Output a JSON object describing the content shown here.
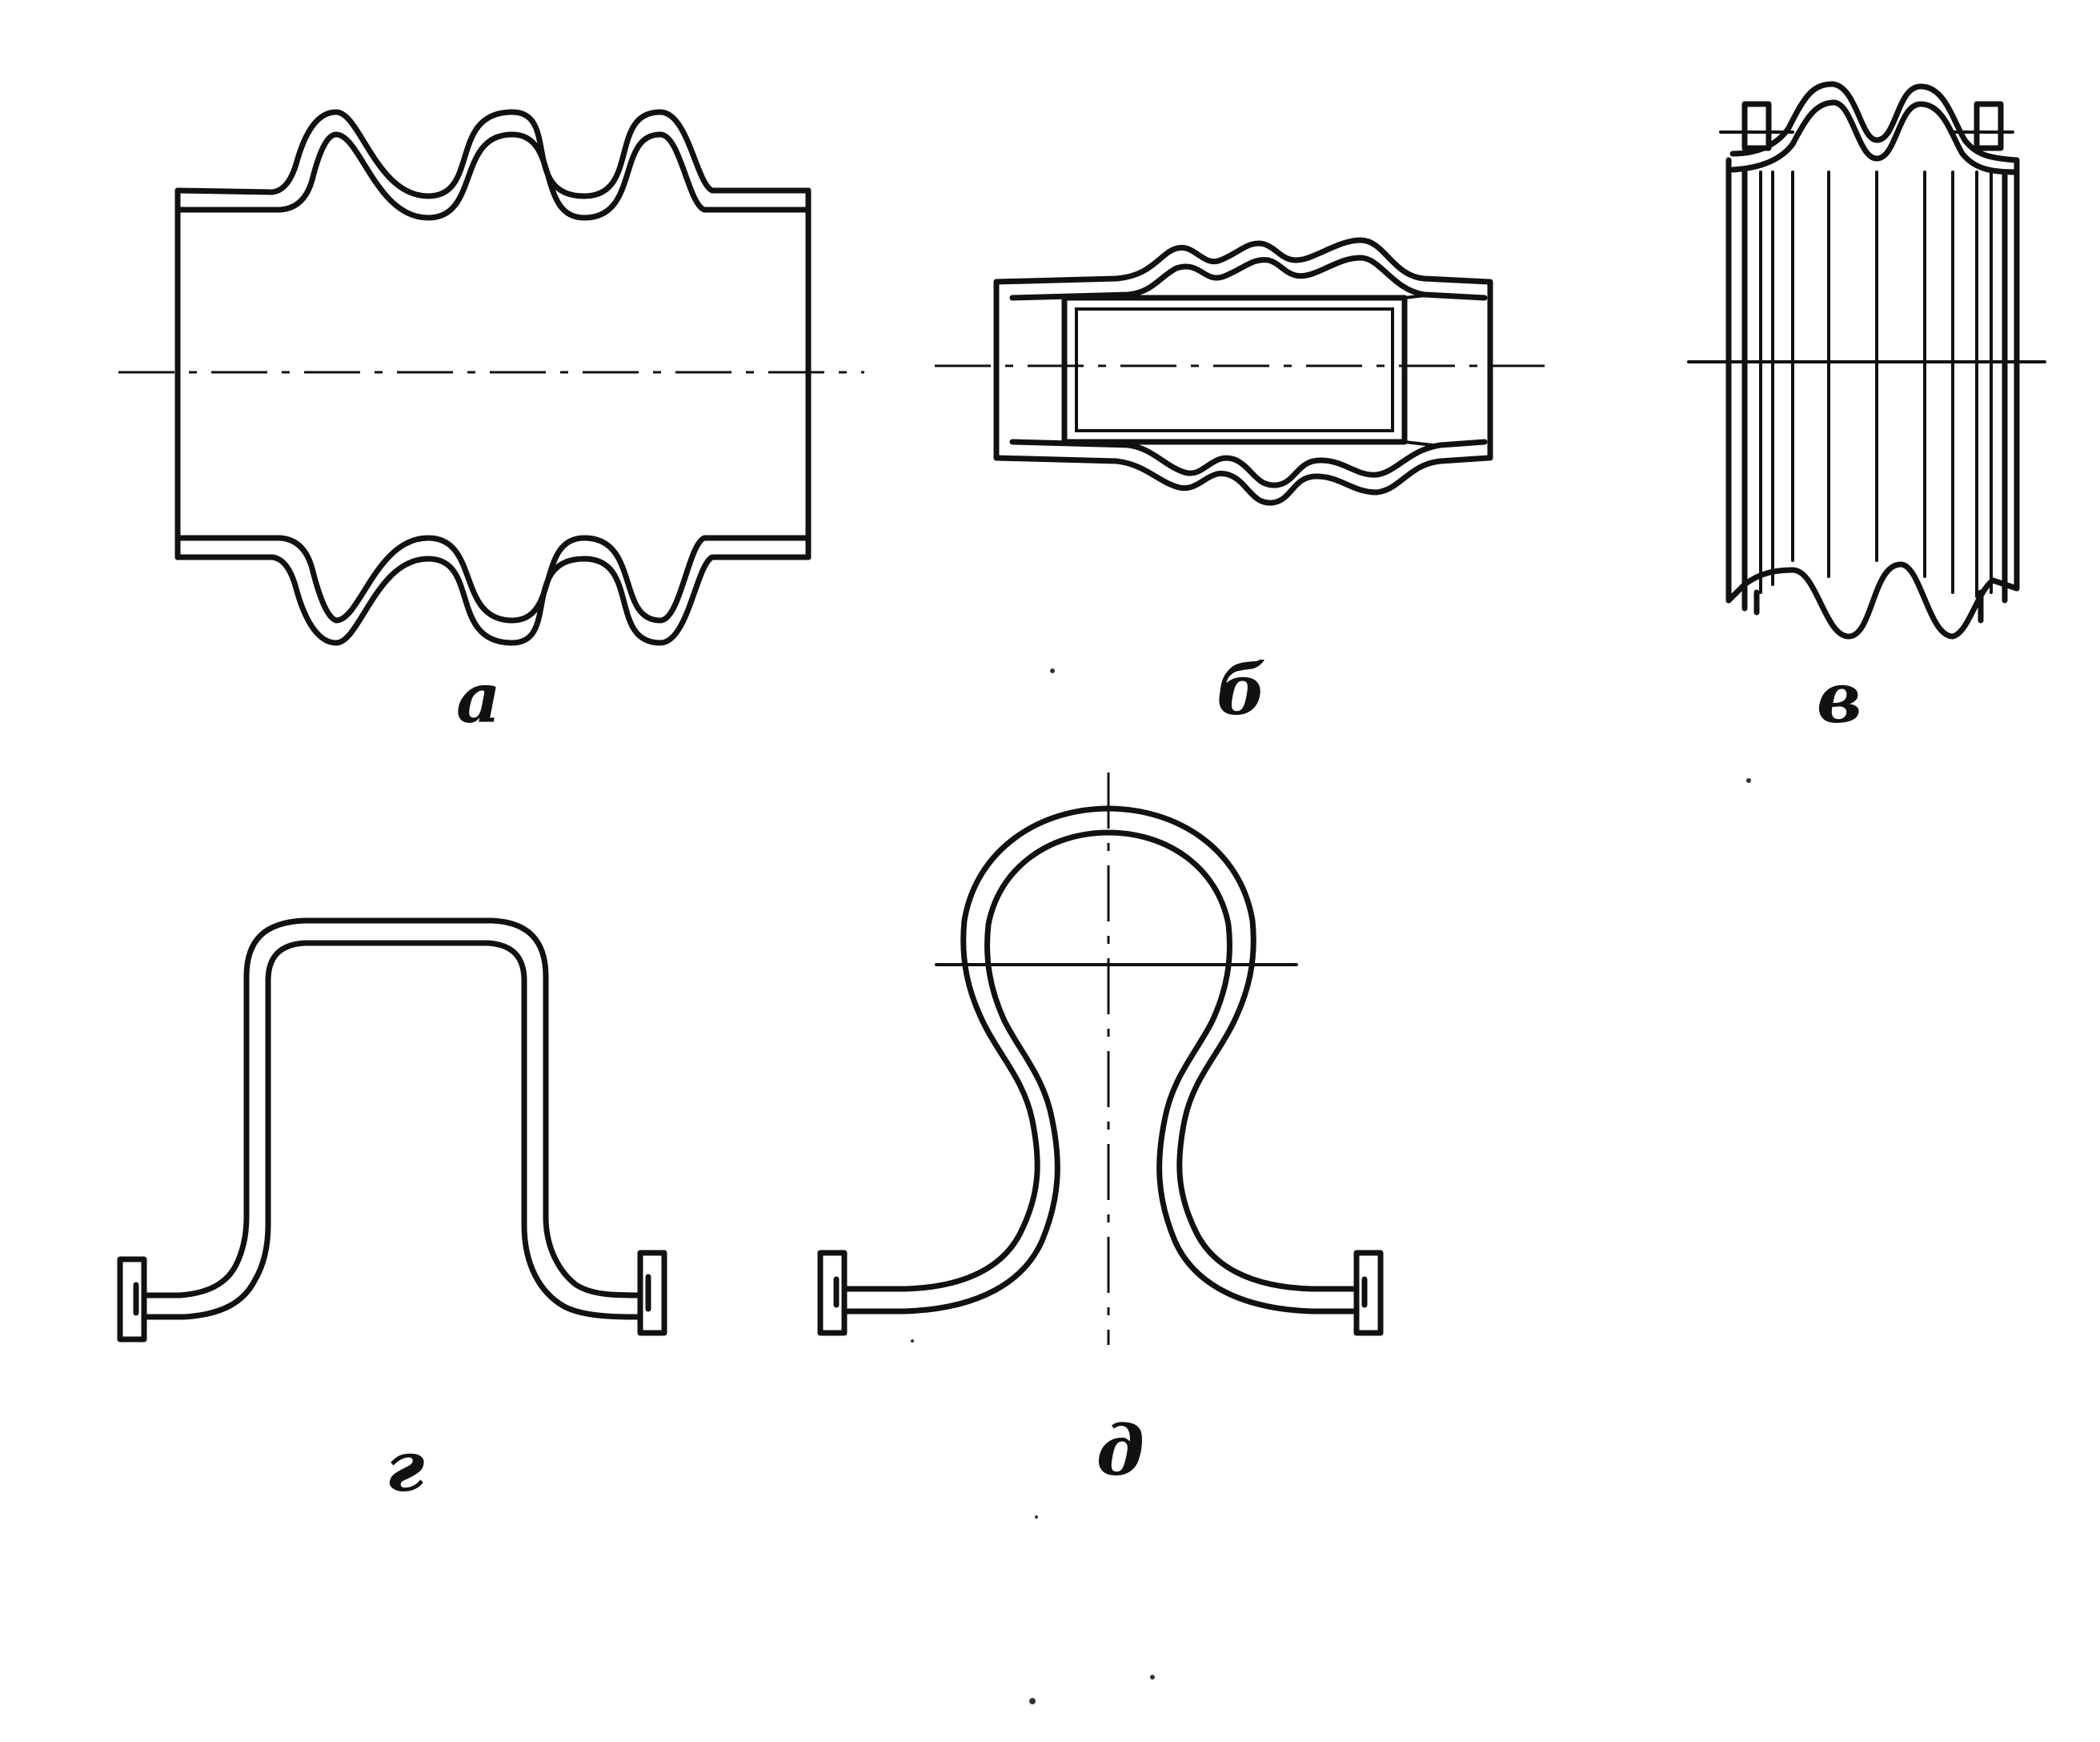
{
  "captions": {
    "a": "а",
    "b": "б",
    "v": "в",
    "g": "г",
    "d": "д"
  },
  "colors": {
    "ink": "#111111",
    "paper": "#ffffff"
  }
}
